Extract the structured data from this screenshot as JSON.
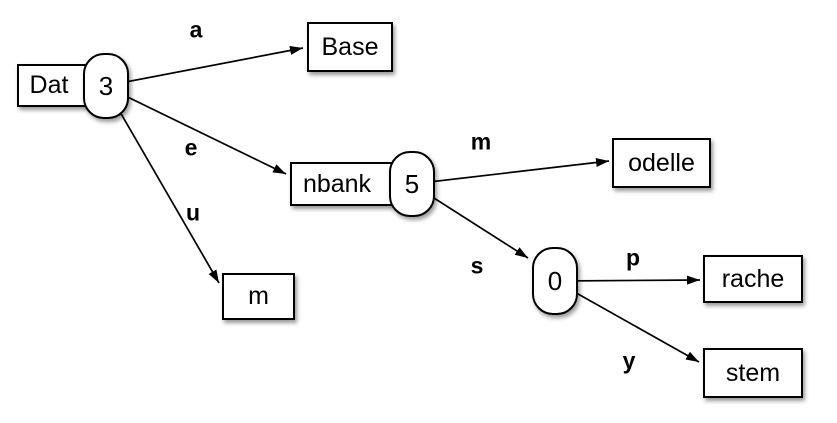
{
  "diagram": {
    "background_color": "#ffffff",
    "node_fill_color": "#ffffff",
    "line_color": "#000000",
    "nodes": {
      "dat": {
        "box_label": "Dat",
        "oval_label": "3"
      },
      "base": {
        "box_label": "Base"
      },
      "nbank": {
        "box_label": "nbank",
        "oval_label": "5"
      },
      "odelle": {
        "box_label": "odelle"
      },
      "m": {
        "box_label": "m"
      },
      "zero": {
        "oval_label": "0"
      },
      "rache": {
        "box_label": "rache"
      },
      "stem": {
        "box_label": "stem"
      }
    },
    "edges": [
      {
        "from": "dat",
        "to": "base",
        "label": "a"
      },
      {
        "from": "dat",
        "to": "nbank",
        "label": "e"
      },
      {
        "from": "dat",
        "to": "m",
        "label": "u"
      },
      {
        "from": "nbank",
        "to": "odelle",
        "label": "m"
      },
      {
        "from": "nbank",
        "to": "zero",
        "label": "s"
      },
      {
        "from": "zero",
        "to": "rache",
        "label": "p"
      },
      {
        "from": "zero",
        "to": "stem",
        "label": "y"
      }
    ]
  }
}
